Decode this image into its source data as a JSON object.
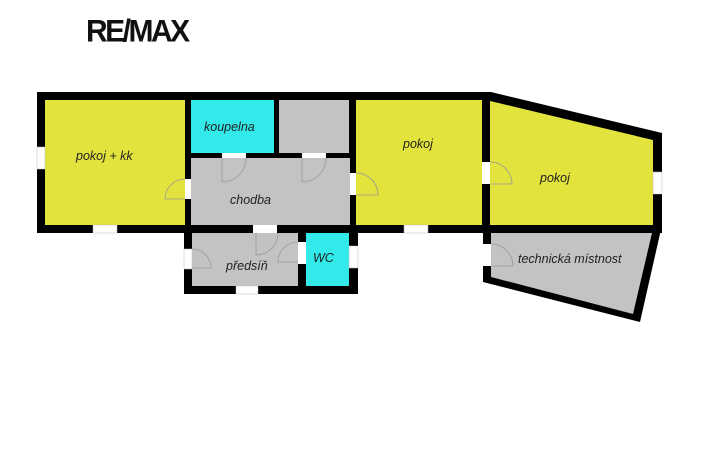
{
  "brand": {
    "logo_text": "RE/MAX"
  },
  "colors": {
    "wall": "#000000",
    "living": "#e3e33d",
    "wet": "#33eaea",
    "service": "#c3c3c3",
    "window": "#ffffff"
  },
  "rooms": [
    {
      "id": "pokoj-kk",
      "label": "pokoj + kk",
      "type": "living"
    },
    {
      "id": "koupelna",
      "label": "koupelna",
      "type": "wet"
    },
    {
      "id": "storage",
      "label": "",
      "type": "service"
    },
    {
      "id": "chodba",
      "label": "chodba",
      "type": "service"
    },
    {
      "id": "pokoj-middle",
      "label": "pokoj",
      "type": "living"
    },
    {
      "id": "pokoj-right",
      "label": "pokoj",
      "type": "living"
    },
    {
      "id": "predsin",
      "label": "předsíň",
      "type": "service"
    },
    {
      "id": "wc",
      "label": "WC",
      "type": "wet"
    },
    {
      "id": "technicka",
      "label": "technická místnost",
      "type": "service"
    }
  ]
}
